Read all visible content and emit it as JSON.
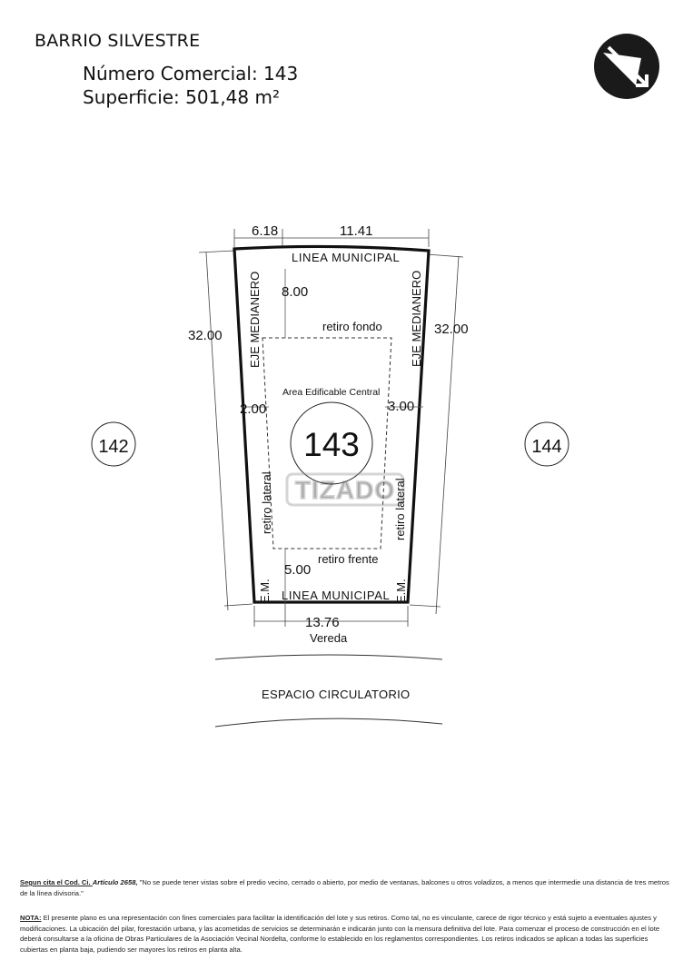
{
  "header": {
    "barrio": "BARRIO SILVESTRE",
    "numero_comercial": "Número Comercial: 143",
    "superficie": "Superficie: 501,48 m²"
  },
  "compass": {
    "icon": "north-arrow-icon"
  },
  "lot": {
    "number": "143",
    "top_left_width": "6.18",
    "top_right_width": "11.41",
    "left_length": "32.00",
    "right_length": "32.00",
    "bottom_width": "13.76",
    "linea_municipal_top": "LINEA MUNICIPAL",
    "linea_municipal_bottom": "LINEA MUNICIPAL",
    "eje_medianero_left": "EJE MEDIANERO",
    "eje_medianero_right": "EJE MEDIANERO",
    "em_left": "E.M.",
    "em_right": "E.M.",
    "retiro_fondo_value": "8.00",
    "retiro_fondo_label": "retiro fondo",
    "area_label": "Area Edificable Central",
    "retiro_lateral_left_value": "2.00",
    "retiro_lateral_right_value": "3.00",
    "retiro_lateral_left_label": "retiro lateral",
    "retiro_lateral_right_label": "retiro lateral",
    "retiro_frente_value": "5.00",
    "retiro_frente_label": "retiro frente",
    "vereda": "Vereda"
  },
  "neighbors": {
    "left": "142",
    "right": "144"
  },
  "street": "ESPACIO CIRCULATORIO",
  "watermark": "TIZADO",
  "notes": {
    "note1_lead": "Segun cita el Cod. Ci. ",
    "note1_article": "Artículo 2658,",
    "note1_text": " \"No se puede tener vistas sobre el predio vecino, cerrado o abierto, por medio de ventanas, balcones u otros voladizos, a menos que intermedie una distancia de tres metros de la línea divisoria.\"",
    "note2_lead": "NOTA:",
    "note2_text": " El presente plano es una representación con fines comerciales para facilitar la identificación del lote y sus retiros. Como tal, no es vinculante, carece de rigor técnico y está sujeto a eventuales ajustes y modificaciones. La ubicación del pilar, forestación urbana, y las acometidas de servicios se determinarán e indicarán junto con la mensura definitiva del lote. Para comenzar el proceso de construcción en el lote deberá consultarse a la oficina de Obras Particulares de la Asociación Vecinal Nordelta, conforme lo establecido en los reglamentos correspondientes. Los retiros indicados se aplican a todas las superficies cubiertas en planta baja, pudiendo ser mayores los retiros en planta alta."
  }
}
